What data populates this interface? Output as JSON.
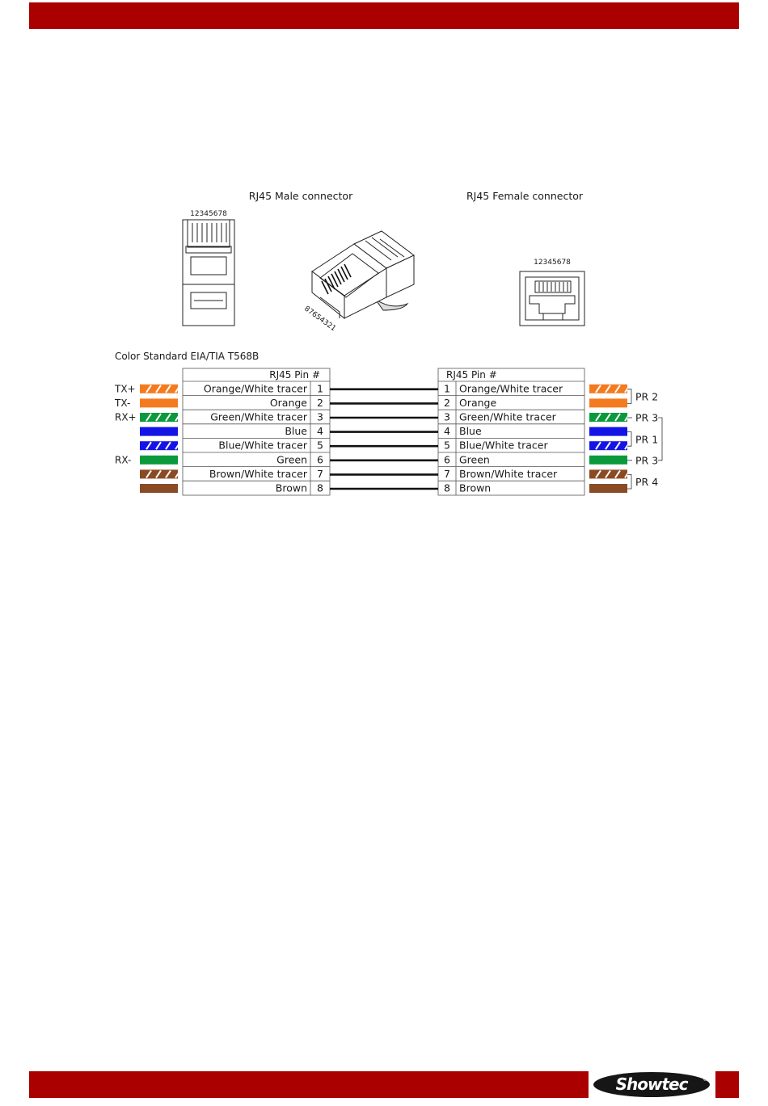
{
  "footer": {
    "logo_text": "Showtec",
    "logo_reg": "®"
  },
  "connectors": {
    "male_title": "RJ45 Male connector",
    "female_title": "RJ45 Female connector",
    "pin_numbers": "12345678",
    "pin_numbers_rotated": "87654321"
  },
  "table": {
    "caption": "Color Standard EIA/TIA T568B",
    "left_header": "RJ45 Pin #",
    "right_header": "RJ45 Pin #",
    "rows": [
      {
        "pin": "1",
        "label": "Orange/White tracer",
        "signal": "TX+",
        "color": "#f47a1f",
        "striped": true
      },
      {
        "pin": "2",
        "label": "Orange",
        "signal": "TX-",
        "color": "#f47a1f",
        "striped": false
      },
      {
        "pin": "3",
        "label": "Green/White tracer",
        "signal": "RX+",
        "color": "#0a9a3c",
        "striped": true
      },
      {
        "pin": "4",
        "label": "Blue",
        "signal": "",
        "color": "#1414e6",
        "striped": false
      },
      {
        "pin": "5",
        "label": "Blue/White tracer",
        "signal": "",
        "color": "#1414e6",
        "striped": true
      },
      {
        "pin": "6",
        "label": "Green",
        "signal": "RX-",
        "color": "#0a9a3c",
        "striped": false
      },
      {
        "pin": "7",
        "label": "Brown/White tracer",
        "signal": "",
        "color": "#8a4a24",
        "striped": true
      },
      {
        "pin": "8",
        "label": "Brown",
        "signal": "",
        "color": "#8a4a24",
        "striped": false
      }
    ],
    "pairs": [
      {
        "label": "PR 2"
      },
      {
        "label": "PR 3"
      },
      {
        "label": "PR 1"
      },
      {
        "label": "PR 3"
      },
      {
        "label": "PR 4"
      }
    ]
  },
  "colors": {
    "brand_red": "#ab0000"
  }
}
